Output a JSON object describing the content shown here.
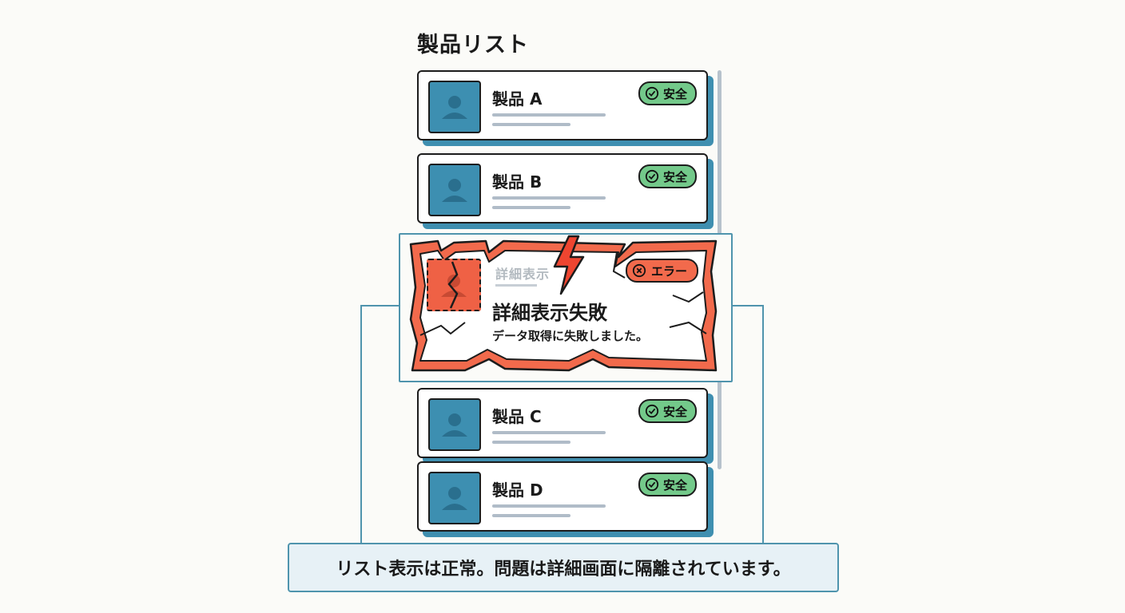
{
  "list_title": "製品リスト",
  "products": [
    {
      "name": "製品 A",
      "badge": "安全"
    },
    {
      "name": "製品 B",
      "badge": "安全"
    },
    {
      "name": "製品 C",
      "badge": "安全"
    },
    {
      "name": "製品 D",
      "badge": "安全"
    }
  ],
  "error_card": {
    "ghost_label": "詳細表示",
    "badge": "エラー",
    "title": "詳細表示失敗",
    "message": "データ取得に失敗しました。"
  },
  "note": "リスト表示は正常。問題は詳細画面に隔離されています。",
  "colors": {
    "accent_blue": "#3d8fb1",
    "safe_green": "#73c98a",
    "error_red": "#ef6145",
    "connector": "#4f94ad"
  },
  "icons": {
    "thumbnail": "user-placeholder-icon",
    "safe": "check-circle-icon",
    "error": "x-circle-icon",
    "failure": "lightning-bolt-icon"
  }
}
